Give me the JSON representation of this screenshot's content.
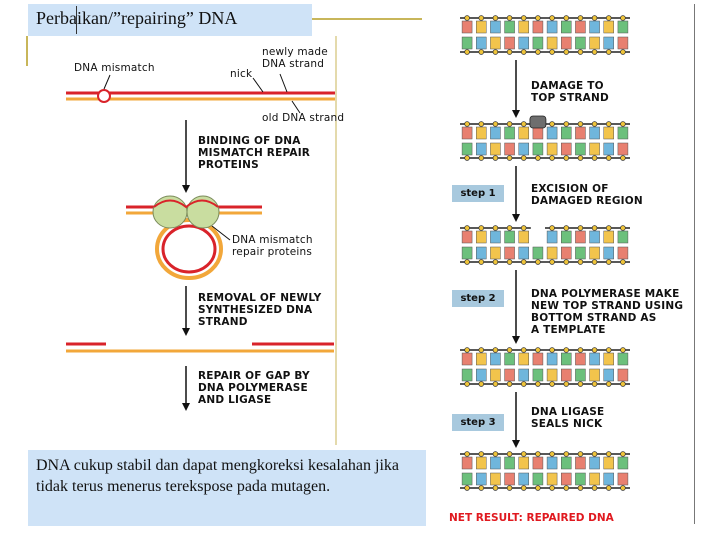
{
  "slide": {
    "title": "Perbaikan/”repairing” DNA",
    "note": "DNA cukup stabil dan dapat mengkoreksi kesalahan jika tidak terus menerus terekspose pada mutagen."
  },
  "left_diagram": {
    "label_mismatch": "DNA mismatch",
    "label_nick": "nick",
    "label_new_strand": "newly made\nDNA strand",
    "label_old_strand": "old DNA strand",
    "step_binding": "BINDING OF DNA\nMISMATCH REPAIR\nPROTEINS",
    "label_proteins": "DNA mismatch\nrepair proteins",
    "step_removal": "REMOVAL OF NEWLY\nSYNTHESIZED DNA\nSTRAND",
    "step_repair": "REPAIR OF GAP BY\nDNA POLYMERASE\nAND LIGASE"
  },
  "right_diagram": {
    "damage_label": "DAMAGE TO\nTOP STRAND",
    "step1_badge": "step 1",
    "step1_text": "EXCISION OF\nDAMAGED REGION",
    "step2_badge": "step 2",
    "step2_text": "DNA POLYMERASE MAKE\nNEW TOP STRAND USING\nBOTTOM STRAND AS\nA TEMPLATE",
    "step3_badge": "step 3",
    "step3_text": "DNA LIGASE\nSEALS NICK",
    "net_result": "NET RESULT: REPAIRED DNA"
  },
  "colors": {
    "panel_blue": "#cfe3f7",
    "strand_red": "#d9232a",
    "strand_orange": "#f2a73a",
    "backbone_yellow": "#f0c53a",
    "base_colors": [
      "#e88070",
      "#f2c44c",
      "#6fb6dc",
      "#6cc07c"
    ],
    "step_badge": "#a8c9de",
    "net_result_red": "#e0191f"
  }
}
